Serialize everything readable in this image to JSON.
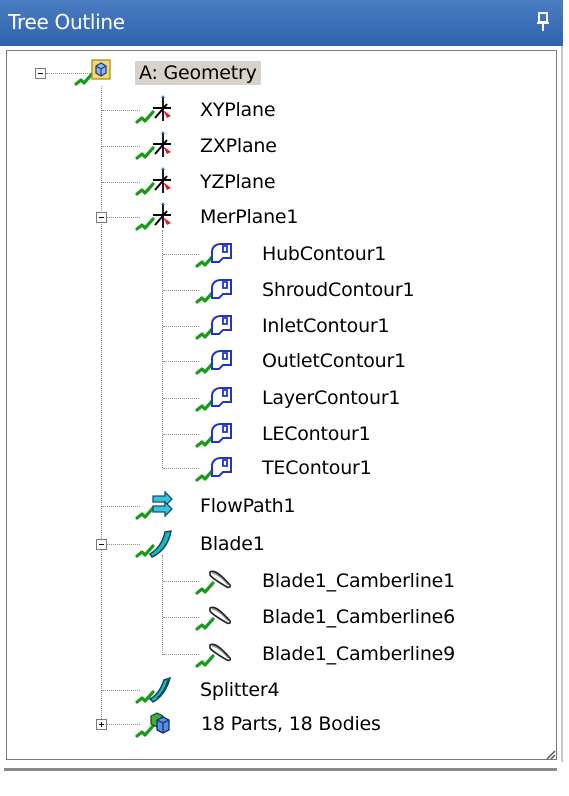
{
  "panel": {
    "title": "Tree Outline",
    "pin_icon": "pin-icon"
  },
  "tree": {
    "root": {
      "label": "A: Geometry",
      "icon": "geometry-folder-icon",
      "expanded": true
    },
    "planes": [
      {
        "label": "XYPlane",
        "icon": "plane-axes-icon"
      },
      {
        "label": "ZXPlane",
        "icon": "plane-axes-icon"
      },
      {
        "label": "YZPlane",
        "icon": "plane-axes-icon"
      }
    ],
    "merplane": {
      "label": "MerPlane1",
      "icon": "plane-axes-icon",
      "expanded": true,
      "children": [
        {
          "label": "HubContour1",
          "icon": "contour-icon"
        },
        {
          "label": "ShroudContour1",
          "icon": "contour-icon"
        },
        {
          "label": "InletContour1",
          "icon": "contour-icon"
        },
        {
          "label": "OutletContour1",
          "icon": "contour-icon"
        },
        {
          "label": "LayerContour1",
          "icon": "contour-icon"
        },
        {
          "label": "LEContour1",
          "icon": "contour-icon"
        },
        {
          "label": "TEContour1",
          "icon": "contour-icon"
        }
      ]
    },
    "flowpath": {
      "label": "FlowPath1",
      "icon": "flowpath-arrows-icon"
    },
    "blade": {
      "label": "Blade1",
      "icon": "blade-icon",
      "expanded": true,
      "children": [
        {
          "label": "Blade1_Camberline1",
          "icon": "camberline-icon"
        },
        {
          "label": "Blade1_Camberline6",
          "icon": "camberline-icon"
        },
        {
          "label": "Blade1_Camberline9",
          "icon": "camberline-icon"
        }
      ]
    },
    "splitter": {
      "label": "Splitter4",
      "icon": "splitter-icon"
    },
    "parts": {
      "label": "18 Parts, 18 Bodies",
      "icon": "parts-bodies-icon",
      "expanded": false
    }
  },
  "colors": {
    "title_bar": "#3a6db5",
    "check": "#1a9a1a",
    "contour": "#2233cc",
    "flowpath": "#28b0c8",
    "blade": "#1aa0a0"
  }
}
